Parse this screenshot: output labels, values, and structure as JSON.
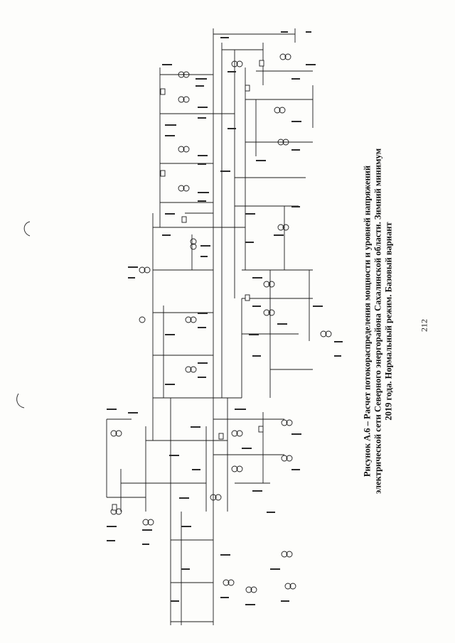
{
  "document": {
    "caption": {
      "line1": "Рисунок А.6 – Расчет потокораспределения мощности и уровней напряжений",
      "line2": "электрической сети Северного энергорайона Сахалинской области. Зимний минимум",
      "line3": "2019 года. Нормальный режим. Базовый вариант"
    },
    "page_number": "212",
    "colors": {
      "ink": "#1a1a1a",
      "paper": "#fdfdfb",
      "text": "#111111"
    },
    "diagram_description_icon": "single-line-power-network-diagram"
  }
}
